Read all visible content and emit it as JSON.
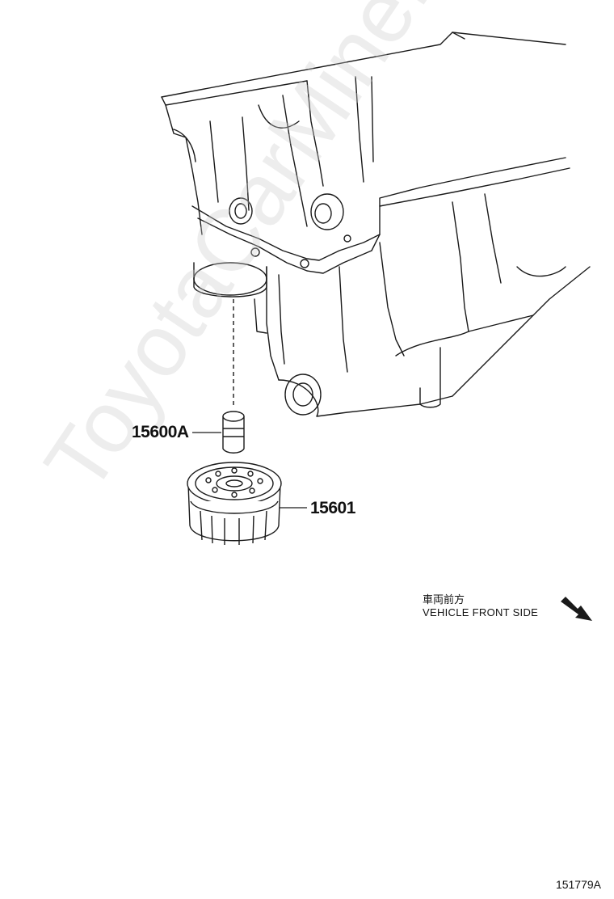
{
  "watermark": "ToyotaCarMine.ru",
  "callouts": [
    {
      "id": "oil-filter-union",
      "label": "15600A"
    },
    {
      "id": "oil-filter",
      "label": "15601"
    }
  ],
  "front_indicator": {
    "label_jp": "車両前方",
    "label_en": "VEHICLE FRONT SIDE",
    "icon": "arrow-down-right-icon"
  },
  "figure_id": "151779A",
  "colors": {
    "line": "#1a1a1a",
    "watermark": "#cccccc",
    "background": "#ffffff"
  }
}
